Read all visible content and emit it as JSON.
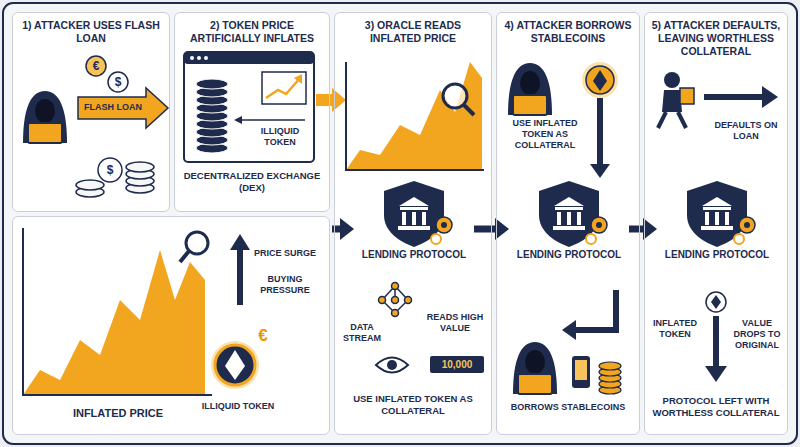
{
  "diagram": {
    "nodes": [
      {
        "text": [
          "1) ATTACKER USES FLASH LOAN"
        ]
      },
      {
        "text": [
          "2) TOKEN PRICE ARTIFICIALLY INFLATES"
        ]
      },
      {
        "text": [
          "INFLATED PRICE"
        ]
      },
      {
        "text": [
          "3) ORACLE READS INFLATED PRICE"
        ]
      },
      {
        "text": [
          "LENDING PROTOCOL"
        ],
        "in": 3
      },
      {
        "text": [
          "4) ATTACKER BORROWS STABLECOINS"
        ]
      },
      {
        "text": [
          "LENDING PROTOCOL"
        ],
        "in": 5
      },
      {
        "text": [
          "5) ATTACKER DEFAULTS, LEAVING WORTHLESS COLLATERAL"
        ]
      },
      {
        "text": [
          "LENDING PROTOCOL"
        ],
        "in": 7
      }
    ],
    "edges": [
      {
        "from": 2,
        "to": 4,
        "arrow": "to"
      },
      {
        "from": 4,
        "to": 6,
        "arrow": "to"
      },
      {
        "from": 6,
        "to": 8,
        "arrow": "to"
      }
    ],
    "labels": [
      "€",
      "$",
      "FLASH LOAN",
      "$",
      "ILLIQUID TOKEN",
      "DECENTRALIZED EXCHANGE (DEX)",
      "PRICE SURGE",
      "BUYING PRESSURE",
      "€",
      "ILLIQUID TOKEN",
      "DATA STREAM",
      "READS HIGH VALUE",
      "10,000",
      "USE INFLATED TOKEN AS COLLATERAL",
      "USE INFLATED TOKEN AS COLLATERAL",
      "BORROWS STABLECOINS",
      "DEFAULTS ON LOAN",
      "INFLATED TOKEN",
      "VALUE DROPS TO ORIGINAL",
      "PROTOCOL LEFT WITH WORTHLESS COLLATERAL"
    ]
  }
}
